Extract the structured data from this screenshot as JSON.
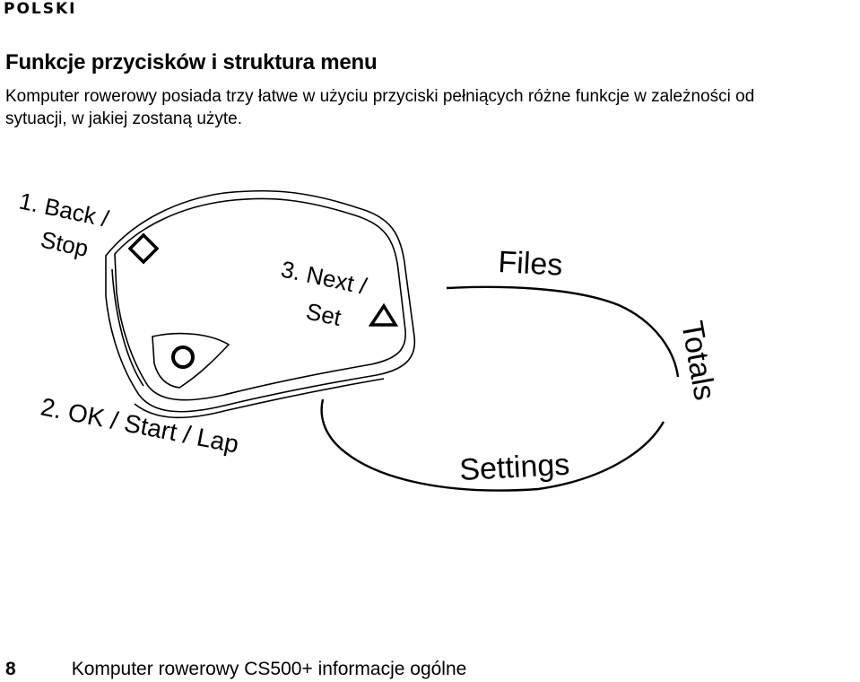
{
  "header": {
    "language": "POLSKI"
  },
  "section": {
    "title": "Funkcje przycisków i struktura menu",
    "paragraph_line1": "Komputer rowerowy posiada trzy łatwe w użyciu przyciski pełniących różne funkcje w zależności od",
    "paragraph_line2": "sytuacji, w jakiej zostaną użyte."
  },
  "figure": {
    "button1_line1": "1. Back /",
    "button1_line2": "Stop",
    "button2": "2. OK / Start / Lap",
    "button3_line1": "3. Next /",
    "button3_line2": "Set",
    "menu_files": "Files",
    "menu_totals": "Totals",
    "menu_settings": "Settings",
    "icons": [
      "diamond-icon",
      "circle-icon",
      "triangle-icon"
    ]
  },
  "footer": {
    "page_number": "8",
    "text": "Komputer rowerowy CS500+ informacje ogólne"
  }
}
